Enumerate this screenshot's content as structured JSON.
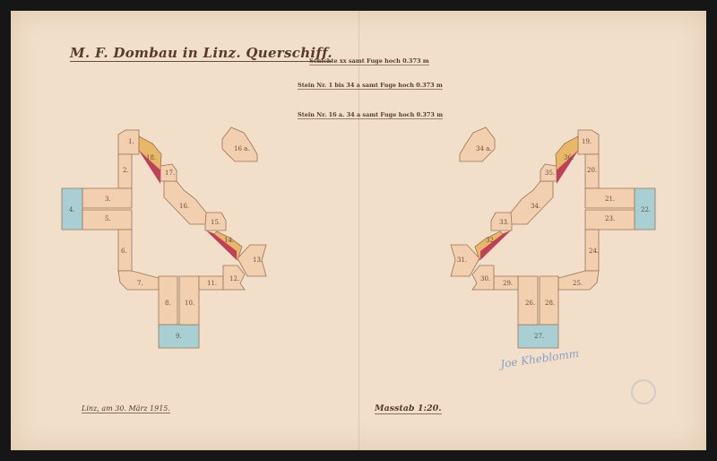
{
  "title": "M. F. Dombau in Linz. Querschiff.",
  "notes": [
    "Schichte xx samt Fuge hoch 0.373 m",
    "Stein Nr. 1 bis 34 a samt Fuge hoch 0.373 m",
    "Stein Nr. 16 a. 34 a samt Fuge hoch 0.373 m"
  ],
  "date": "Linz, am 30. März 1915.",
  "scale": "Masstab 1:20.",
  "signature": "Joe Kheblomm",
  "left_plan": {
    "labels": [
      "1.",
      "2.",
      "3.",
      "4.",
      "5.",
      "6.",
      "7.",
      "8.",
      "9.",
      "10.",
      "11.",
      "12.",
      "13.",
      "14.",
      "15.",
      "16.",
      "17.",
      "18.",
      "16 a."
    ]
  },
  "right_plan": {
    "labels": [
      "19.",
      "20.",
      "21.",
      "22.",
      "23.",
      "24.",
      "25.",
      "26.",
      "27.",
      "28.",
      "29.",
      "30.",
      "31.",
      "32.",
      "33.",
      "34.",
      "35.",
      "36.",
      "34 a."
    ]
  },
  "colors": {
    "paper": "#f1dfca",
    "stone": "#f2cfae",
    "foundation_blue": "#a8d0d4",
    "cut_orange": "#e8b868",
    "joint_red": "#c0405a"
  }
}
